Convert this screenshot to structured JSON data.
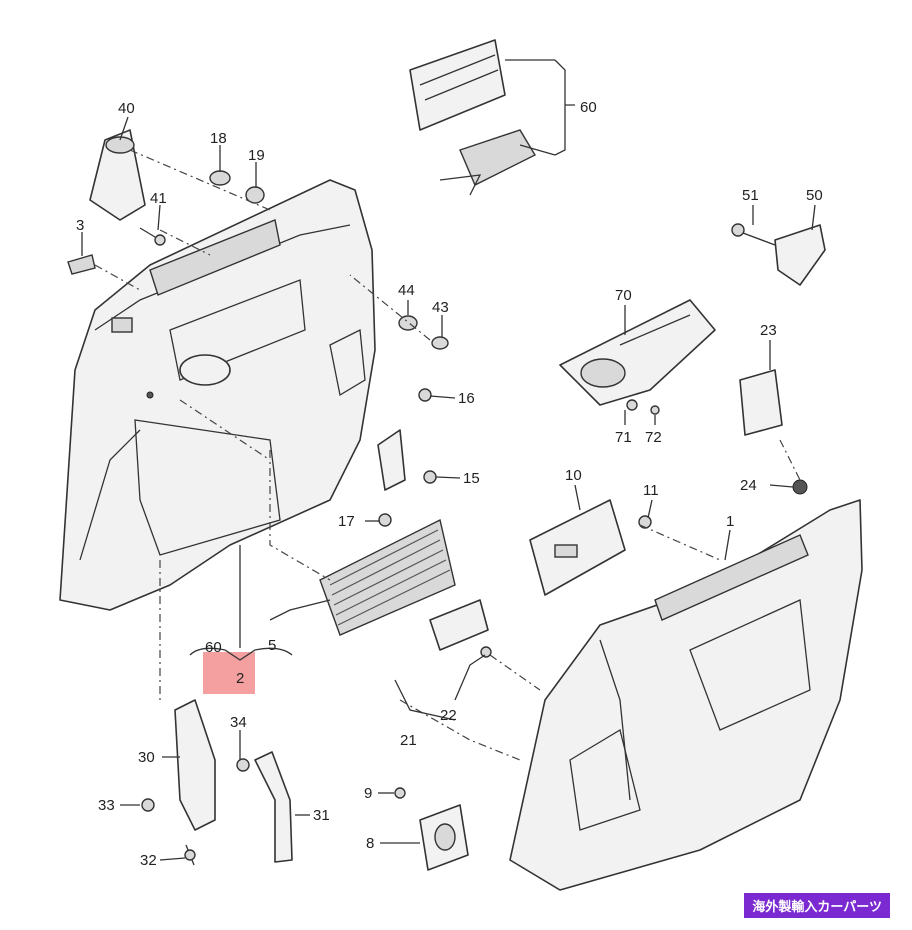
{
  "callouts": {
    "c40": "40",
    "c18": "18",
    "c19": "19",
    "c41": "41",
    "c3": "3",
    "c60a": "60",
    "c51": "51",
    "c50": "50",
    "c70": "70",
    "c23": "23",
    "c44": "44",
    "c43": "43",
    "c16": "16",
    "c15": "15",
    "c17": "17",
    "c71": "71",
    "c72": "72",
    "c24": "24",
    "c10": "10",
    "c11": "11",
    "c1": "1",
    "c60b": "60",
    "c5": "5",
    "c2": "2",
    "c34": "34",
    "c30": "30",
    "c22": "22",
    "c21": "21",
    "c33": "33",
    "c31": "31",
    "c9": "9",
    "c8": "8",
    "c32": "32"
  },
  "highlight_color": "#f4a0a0",
  "badge": {
    "text": "海外製輸入カーパーツ",
    "color": "#7b2ad1"
  }
}
